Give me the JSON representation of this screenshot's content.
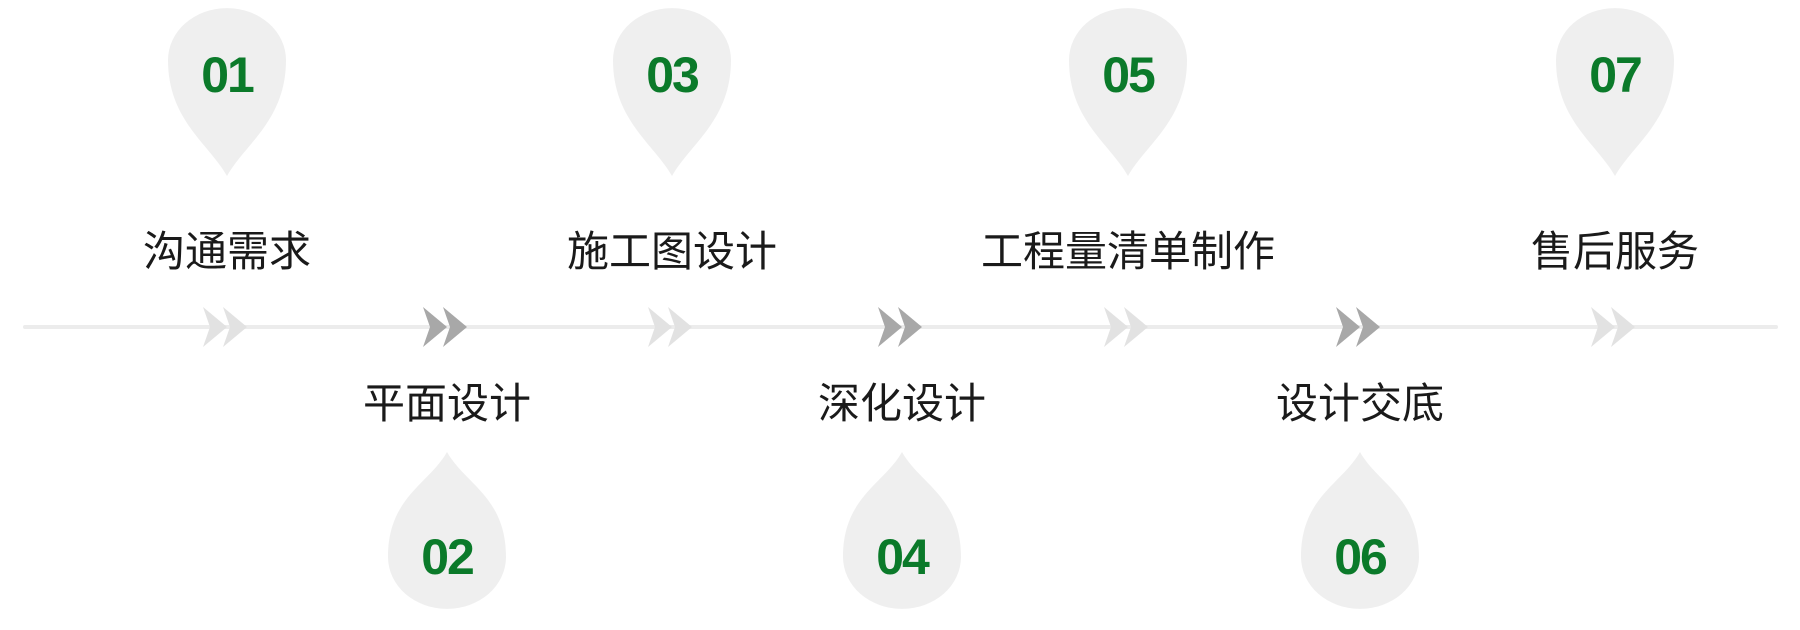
{
  "colors": {
    "number": "#0b7a2a",
    "pin": "#efefef",
    "line": "#ececec",
    "arrow_light": "#e2e2e2",
    "arrow_dark": "#a8a8a8",
    "label": "#1a1a1a"
  },
  "steps": [
    {
      "number": "01",
      "label": "沟通需求",
      "position": "top",
      "arrow": "light"
    },
    {
      "number": "02",
      "label": "平面设计",
      "position": "bottom",
      "arrow": "dark"
    },
    {
      "number": "03",
      "label": "施工图设计",
      "position": "top",
      "arrow": "light"
    },
    {
      "number": "04",
      "label": "深化设计",
      "position": "bottom",
      "arrow": "dark"
    },
    {
      "number": "05",
      "label": "工程量清单制作",
      "position": "top",
      "arrow": "light"
    },
    {
      "number": "06",
      "label": "设计交底",
      "position": "bottom",
      "arrow": "dark"
    },
    {
      "number": "07",
      "label": "售后服务",
      "position": "top",
      "arrow": "light"
    }
  ]
}
